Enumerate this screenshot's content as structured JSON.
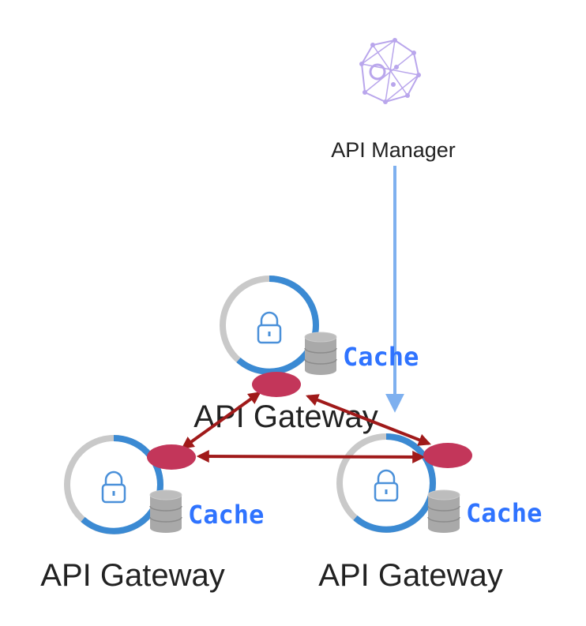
{
  "manager": {
    "label": "API Manager",
    "icon": "network-mesh-icon",
    "icon_color": "#b9a6ec"
  },
  "gateways": [
    {
      "id": "top",
      "label": "API Gateway",
      "cache_label": "Cache"
    },
    {
      "id": "left",
      "label": "API Gateway",
      "cache_label": "Cache"
    },
    {
      "id": "right",
      "label": "API Gateway",
      "cache_label": "Cache"
    }
  ],
  "colors": {
    "ring_grey": "#c9c9c9",
    "ring_blue": "#3b8ad3",
    "lock": "#4a90d9",
    "cylinder": "#a9a9a9",
    "cache_text": "#2f73ff",
    "manager_arrow": "#7eb0ef",
    "sync_arrow": "#a01a1a",
    "node_fill": "#c3365a"
  }
}
